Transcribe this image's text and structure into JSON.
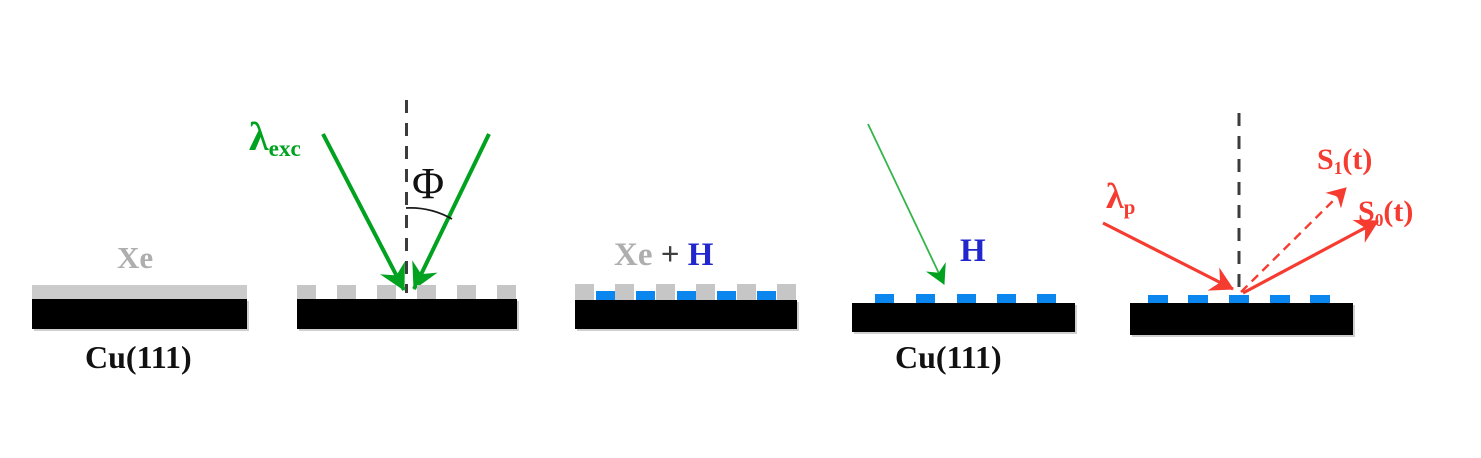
{
  "figure": {
    "description": "Five-step surface-science scheme: Xe monolayer on Cu(111), pulsed laser excitation at angle, mixed Xe + H layer, H overlayer formation, and time-resolved probe with reflected signals",
    "background": "#ffffff"
  },
  "colors": {
    "excitation_green": "#00a21f",
    "probe_red": "#f63b30",
    "hydrogen_dash_blue": "#0b86ee",
    "hydrogen_text_blue": "#2227cd",
    "xenon_gray_layer": "#cbcbcb",
    "xenon_gray_text": "#aeaeae",
    "substrate_black": "#000000",
    "dashed_normal_gray": "#3c3c3c"
  },
  "panels": [
    {
      "name": "xe-monolayer",
      "labels": {
        "adsorbate": "Xe",
        "substrate": "Cu(111)"
      }
    },
    {
      "name": "laser-excitation",
      "labels": {
        "lambda_base": "λ",
        "lambda_sub": "exc",
        "angle": "Φ"
      }
    },
    {
      "name": "mixed-layer",
      "labels": {
        "xe": "Xe",
        "plus": "+",
        "h": "H"
      }
    },
    {
      "name": "h-adsorption",
      "labels": {
        "h": "H",
        "substrate": "Cu(111)"
      }
    },
    {
      "name": "probe-signals",
      "labels": {
        "lambda_base": "λ",
        "lambda_sub": "p",
        "s1": {
          "base": "S",
          "sub": "1",
          "rest": "(t)"
        },
        "s0": {
          "base": "S",
          "sub": "0",
          "rest": "(t)"
        }
      }
    }
  ]
}
